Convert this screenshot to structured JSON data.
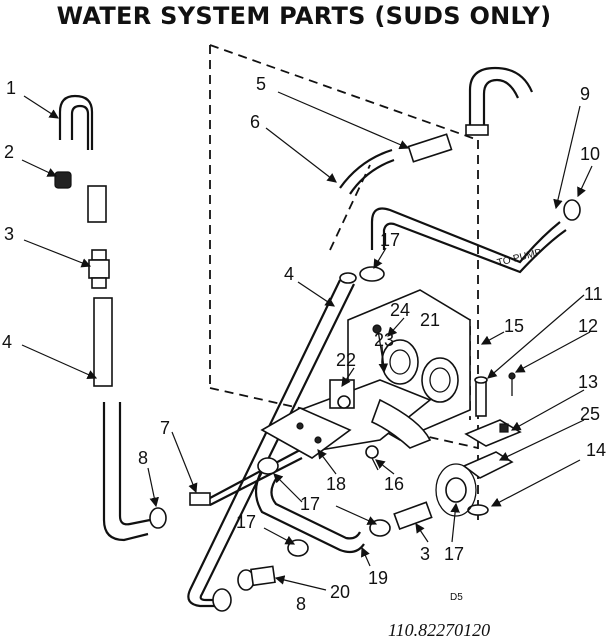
{
  "title": "WATER SYSTEM PARTS (SUDS ONLY)",
  "callouts": [
    "1",
    "2",
    "3",
    "4",
    "5",
    "6",
    "9",
    "10",
    "17",
    "4",
    "24",
    "21",
    "11",
    "12",
    "23",
    "15",
    "22",
    "13",
    "25",
    "7",
    "8",
    "18",
    "16",
    "14",
    "17",
    "3",
    "17",
    "17",
    "19",
    "8",
    "20"
  ],
  "to_pump_label": "TO PUMP",
  "section_code": "D5",
  "part_number": "110.82270120"
}
